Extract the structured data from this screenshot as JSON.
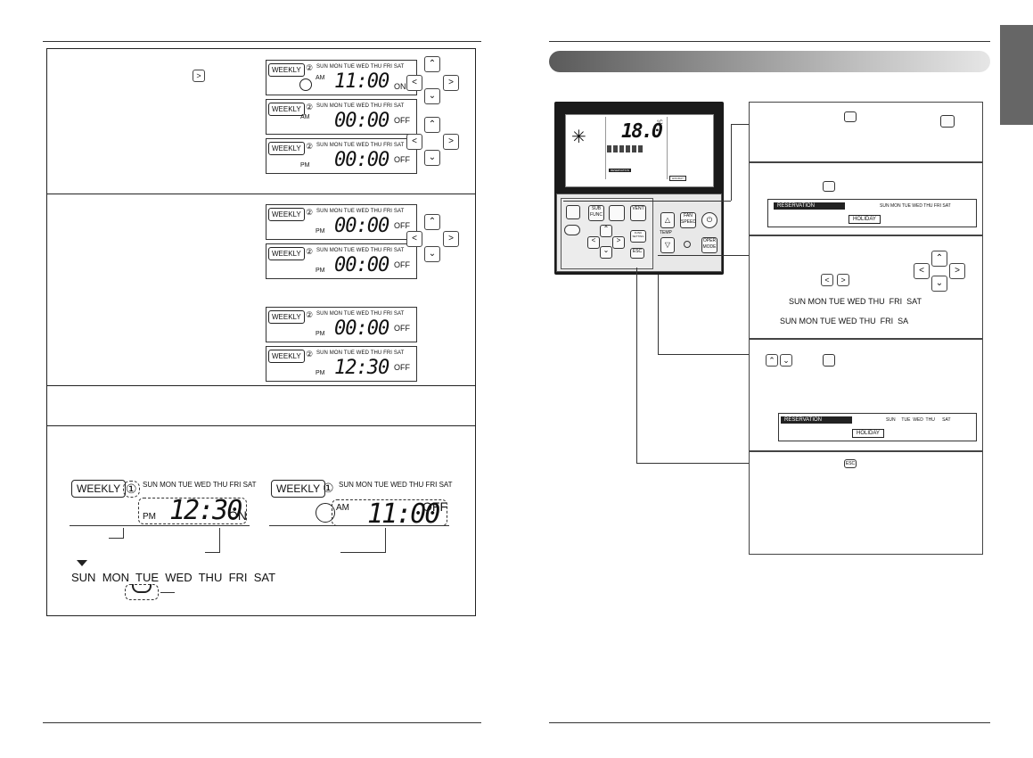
{
  "left_page": {
    "panel1": {
      "lcd_rows": [
        {
          "weekly": "WEEKLY",
          "num": "②",
          "days": "SUN MON TUE WED THU FRI SAT",
          "ampm": "AM",
          "time": "11:00",
          "state": "ON"
        },
        {
          "weekly": "WEEKLY",
          "num": "②",
          "days": "SUN MON TUE WED THU FRI SAT",
          "ampm": "AM",
          "time": "00:00",
          "state": "OFF"
        },
        {
          "weekly": "WEEKLY",
          "num": "②",
          "days": "SUN MON TUE WED THU FRI SAT",
          "ampm": "PM",
          "time": "00:00",
          "state": "OFF"
        }
      ]
    },
    "panel2": {
      "lcd_rows": [
        {
          "weekly": "WEEKLY",
          "num": "②",
          "days": "SUN MON TUE WED THU FRI SAT",
          "ampm": "PM",
          "time": "00:00",
          "state": "OFF"
        },
        {
          "weekly": "WEEKLY",
          "num": "②",
          "days": "SUN MON TUE WED THU FRI SAT",
          "ampm": "PM",
          "time": "00:00",
          "state": "OFF"
        },
        {
          "weekly": "WEEKLY",
          "num": "②",
          "days": "SUN MON TUE WED THU FRI SAT",
          "ampm": "PM",
          "time": "00:00",
          "state": "OFF"
        },
        {
          "weekly": "WEEKLY",
          "num": "②",
          "days": "SUN MON TUE WED THU FRI SAT",
          "ampm": "PM",
          "time": "12:30",
          "state": "OFF"
        }
      ]
    },
    "panel4": {
      "big_lcd_left": {
        "weekly": "WEEKLY",
        "num": "①",
        "days": "SUN MON TUE WED THU FRI SAT",
        "ampm": "PM",
        "time": "12:30",
        "state": "ON"
      },
      "big_lcd_right": {
        "weekly": "WEEKLY",
        "num": "①",
        "days": "SUN MON TUE WED THU FRI SAT",
        "ampm": "AM",
        "time": "11:00",
        "state": "OFF"
      },
      "days_legend": [
        "SUN",
        "MON",
        "TUE",
        "WED",
        "THU",
        "FRI",
        "SAT"
      ]
    }
  },
  "right_page": {
    "remote": {
      "set_temp": "18.0",
      "degree": "°C",
      "buttons": {
        "sub_func": "SUB FUNC",
        "vent": "VENT",
        "fan_speed": "FAN SPEED",
        "temp": "TEMP",
        "oper_mode": "OPER MODE",
        "esc": "ESC",
        "func_setting": "FUNC SETTING"
      },
      "reservation": "RESERVATION",
      "holiday": "HOLIDAY"
    },
    "step2": {
      "reservation": "RESERVATION",
      "holiday": "HOLIDAY",
      "days": "SUN MON TUE WED THU FRI SAT"
    },
    "step3": {
      "line1": [
        "SUN",
        "MON",
        "TUE",
        "WED",
        "THU",
        "FRI",
        "SAT"
      ],
      "line2": [
        "SUN",
        "MON",
        "TUE",
        "WED",
        "THU",
        "FRI",
        "SA"
      ]
    },
    "step4": {
      "reservation": "RESERVATION",
      "holiday": "HOLIDAY",
      "days": "SUN     TUE  WED  THU      SAT"
    },
    "step5": {
      "esc": "ESC"
    }
  },
  "colors": {
    "banner_dark": "#5a5a5a",
    "banner_light": "#e6e6e6",
    "side_tab": "#666666"
  }
}
